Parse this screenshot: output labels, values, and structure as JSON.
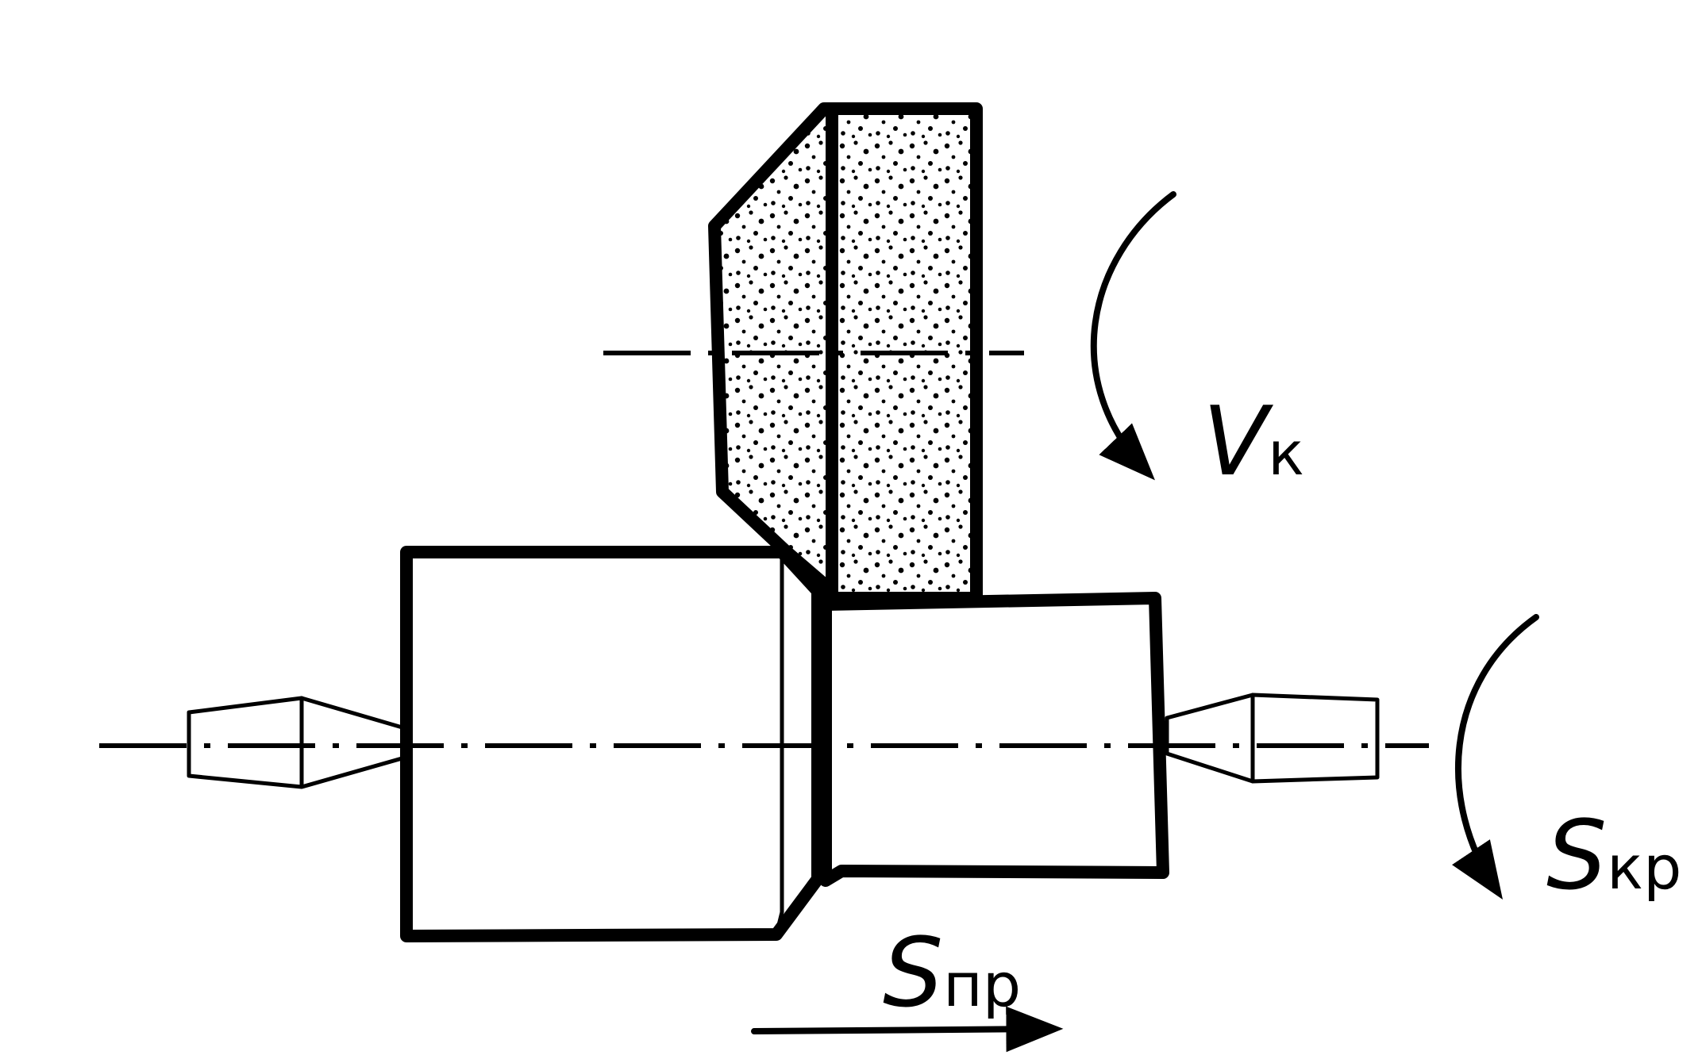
{
  "labels": {
    "wheel_speed_main": "V",
    "wheel_speed_sub": "к",
    "circular_feed_main": "S",
    "circular_feed_sub": "кр",
    "longitudinal_feed_main": "S",
    "longitudinal_feed_sub": "пр"
  }
}
